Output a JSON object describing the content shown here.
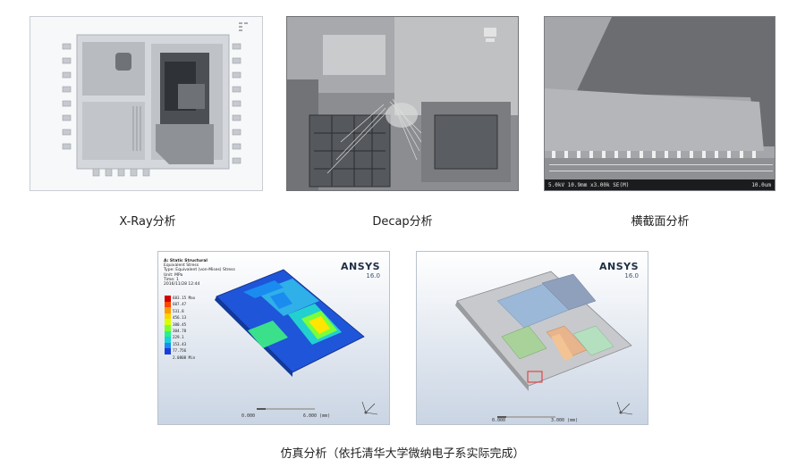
{
  "captions": {
    "xray": "X-Ray分析",
    "decap": "Decap分析",
    "xsection": "横截面分析",
    "simulation": "仿真分析（依托清华大学微纳电子系实际完成）"
  },
  "sem_info": {
    "left": "5.0kV 10.9mm x3.00k SE(M)",
    "right": "10.0um"
  },
  "ansys": {
    "brand": "ANSYS",
    "version": "16.0"
  },
  "sim1": {
    "legend_lines": [
      "A: Static Structural",
      "Equivalent Stress",
      "Type: Equivalent (von-Mises) Stress",
      "Unit: MPa",
      "Time: 1",
      "2016/11/28 12:44"
    ],
    "legend_values": [
      "683.15 Max",
      "607.47",
      "531.8",
      "456.13",
      "380.45",
      "304.78",
      "229.1",
      "153.43",
      "77.756",
      "2.0808 Min"
    ],
    "legend_colors": [
      "#d40000",
      "#ff4400",
      "#ff9900",
      "#ffd200",
      "#d8ff00",
      "#7dff2a",
      "#28f08c",
      "#18d2d8",
      "#1a8cf0",
      "#1a3cd8"
    ],
    "scale_left": "0.000",
    "scale_right": "6.000 (mm)"
  },
  "sim2": {
    "scale_left": "0.000",
    "scale_right": "3.000 (mm)"
  }
}
